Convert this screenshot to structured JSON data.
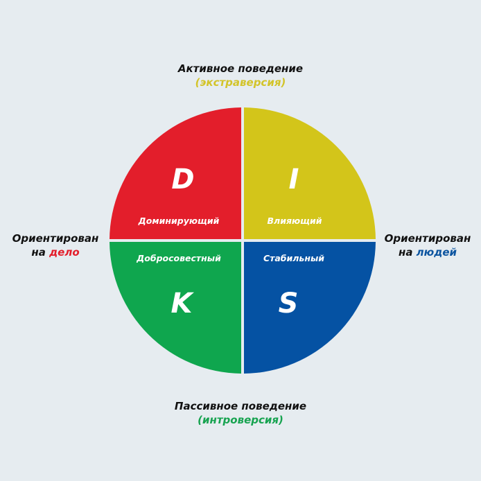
{
  "colors": {
    "background": "#e6ecf0",
    "dominant": "#e31e2b",
    "influence": "#d3c51a",
    "conscientious": "#0fa64e",
    "steady": "#0552a3",
    "text_dark": "#111111"
  },
  "axes": {
    "top": {
      "line1": "Активное поведение",
      "line2": "(экстраверсия)",
      "line2_color": "#d3c42a"
    },
    "bottom": {
      "line1": "Пассивное поведение",
      "line2": "(интроверсия)",
      "line2_color": "#17a350"
    },
    "left": {
      "line1": "Ориентирован",
      "line2_prefix": "на ",
      "line2_accent": "дело",
      "accent_color": "#e31e2b"
    },
    "right": {
      "line1": "Ориентирован",
      "line2_prefix": "на ",
      "line2_accent": "людей",
      "accent_color": "#0d55a0"
    }
  },
  "quadrants": [
    {
      "id": "D",
      "letter": "D",
      "label": "Доминирующий",
      "position": "top-left",
      "color": "#e31e2b"
    },
    {
      "id": "I",
      "letter": "I",
      "label": "Влияющий",
      "position": "top-right",
      "color": "#d3c51a"
    },
    {
      "id": "K",
      "letter": "K",
      "label": "Добросовестный",
      "position": "bottom-left",
      "color": "#0fa64e"
    },
    {
      "id": "S",
      "letter": "S",
      "label": "Стабильный",
      "position": "bottom-right",
      "color": "#0552a3"
    }
  ]
}
